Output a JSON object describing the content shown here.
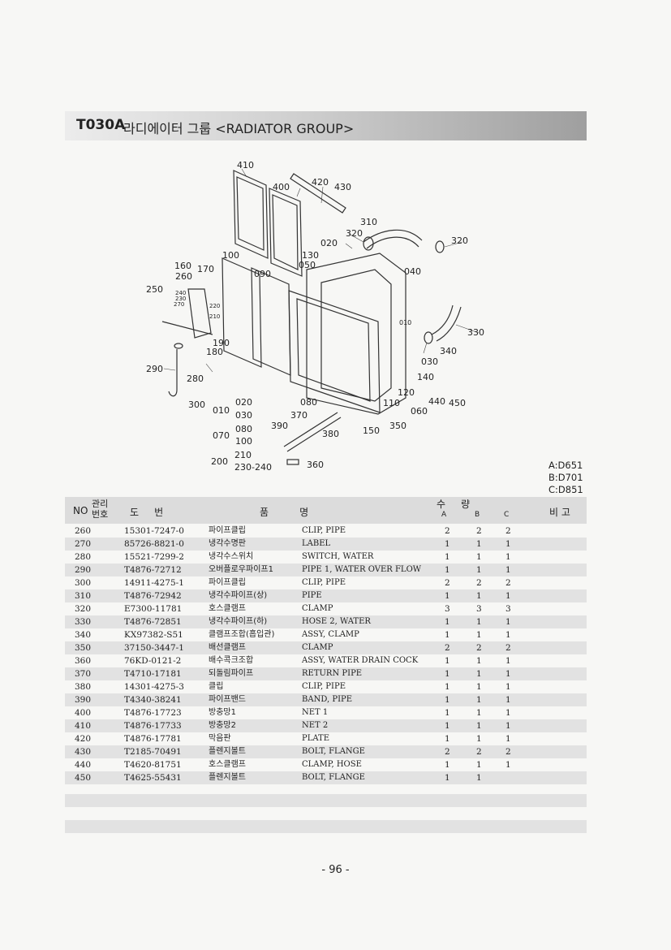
{
  "header": {
    "code": "T030A",
    "title": "라디에이터 그룹 <RADIATOR GROUP>"
  },
  "diagram_labels": [
    "410",
    "400",
    "420",
    "430",
    "310",
    "320",
    "320",
    "020",
    "130",
    "050",
    "040",
    "100",
    "090",
    "160",
    "170",
    "260",
    "250",
    "240",
    "230",
    "220",
    "270",
    "210",
    "190",
    "180",
    "330",
    "340",
    "030",
    "010",
    "140",
    "120",
    "440",
    "450",
    "110",
    "060",
    "290",
    "280",
    "300",
    "010",
    "020",
    "030",
    "080",
    "370",
    "070",
    "080",
    "100",
    "390",
    "380",
    "150",
    "350",
    "200",
    "210",
    "230-240",
    "360"
  ],
  "models": [
    "A:D651",
    "B:D701",
    "C:D851"
  ],
  "columns": {
    "no": "NO",
    "mgmt": "관리 번호",
    "part": "도     번",
    "name": "품          명",
    "qty": "수     량",
    "a": "A",
    "b": "B",
    "c": "C",
    "remark": "비 고"
  },
  "rows": [
    {
      "no": "260",
      "part": "15301-7247-0",
      "kr": "파이프클립",
      "en": "CLIP, PIPE",
      "a": "2",
      "b": "2",
      "c": "2"
    },
    {
      "no": "270",
      "part": "85726-8821-0",
      "kr": "냉각수명판",
      "en": "LABEL",
      "a": "1",
      "b": "1",
      "c": "1"
    },
    {
      "no": "280",
      "part": "15521-7299-2",
      "kr": "냉각수스위치",
      "en": "SWITCH, WATER",
      "a": "1",
      "b": "1",
      "c": "1"
    },
    {
      "no": "290",
      "part": "T4876-72712",
      "kr": "오버플로우파이프1",
      "en": "PIPE 1, WATER OVER FLOW",
      "a": "1",
      "b": "1",
      "c": "1"
    },
    {
      "no": "300",
      "part": "14911-4275-1",
      "kr": "파이프클립",
      "en": "CLIP, PIPE",
      "a": "2",
      "b": "2",
      "c": "2"
    },
    {
      "no": "310",
      "part": "T4876-72942",
      "kr": "냉각수파이프(상)",
      "en": "PIPE",
      "a": "1",
      "b": "1",
      "c": "1"
    },
    {
      "no": "320",
      "part": "E7300-11781",
      "kr": "호스클램프",
      "en": "CLAMP",
      "a": "3",
      "b": "3",
      "c": "3"
    },
    {
      "no": "330",
      "part": "T4876-72851",
      "kr": "냉각수파이프(하)",
      "en": "HOSE 2, WATER",
      "a": "1",
      "b": "1",
      "c": "1"
    },
    {
      "no": "340",
      "part": "KX97382-S51",
      "kr": "클램프조합(흡입관)",
      "en": "ASSY, CLAMP",
      "a": "1",
      "b": "1",
      "c": "1"
    },
    {
      "no": "350",
      "part": "37150-3447-1",
      "kr": "배선클램프",
      "en": "CLAMP",
      "a": "2",
      "b": "2",
      "c": "2"
    },
    {
      "no": "360",
      "part": "76KD-0121-2",
      "kr": "배수콕크조합",
      "en": "ASSY, WATER DRAIN COCK",
      "a": "1",
      "b": "1",
      "c": "1"
    },
    {
      "no": "370",
      "part": "T4710-17181",
      "kr": "되돌림파이프",
      "en": "RETURN PIPE",
      "a": "1",
      "b": "1",
      "c": "1"
    },
    {
      "no": "380",
      "part": "14301-4275-3",
      "kr": "클립",
      "en": "CLIP, PIPE",
      "a": "1",
      "b": "1",
      "c": "1"
    },
    {
      "no": "390",
      "part": "T4340-38241",
      "kr": "파이프밴드",
      "en": "BAND, PIPE",
      "a": "1",
      "b": "1",
      "c": "1"
    },
    {
      "no": "400",
      "part": "T4876-17723",
      "kr": "방충망1",
      "en": "NET 1",
      "a": "1",
      "b": "1",
      "c": "1"
    },
    {
      "no": "410",
      "part": "T4876-17733",
      "kr": "방충망2",
      "en": "NET 2",
      "a": "1",
      "b": "1",
      "c": "1"
    },
    {
      "no": "420",
      "part": "T4876-17781",
      "kr": "막음판",
      "en": "PLATE",
      "a": "1",
      "b": "1",
      "c": "1"
    },
    {
      "no": "430",
      "part": "T2185-70491",
      "kr": "플렌지볼트",
      "en": "BOLT, FLANGE",
      "a": "2",
      "b": "2",
      "c": "2"
    },
    {
      "no": "440",
      "part": "T4620-81751",
      "kr": "호스클램프",
      "en": "CLAMP, HOSE",
      "a": "1",
      "b": "1",
      "c": "1"
    },
    {
      "no": "450",
      "part": "T4625-55431",
      "kr": "플렌지볼트",
      "en": "BOLT, FLANGE",
      "a": "1",
      "b": "1",
      "c": ""
    }
  ],
  "page_number": "- 96 -"
}
